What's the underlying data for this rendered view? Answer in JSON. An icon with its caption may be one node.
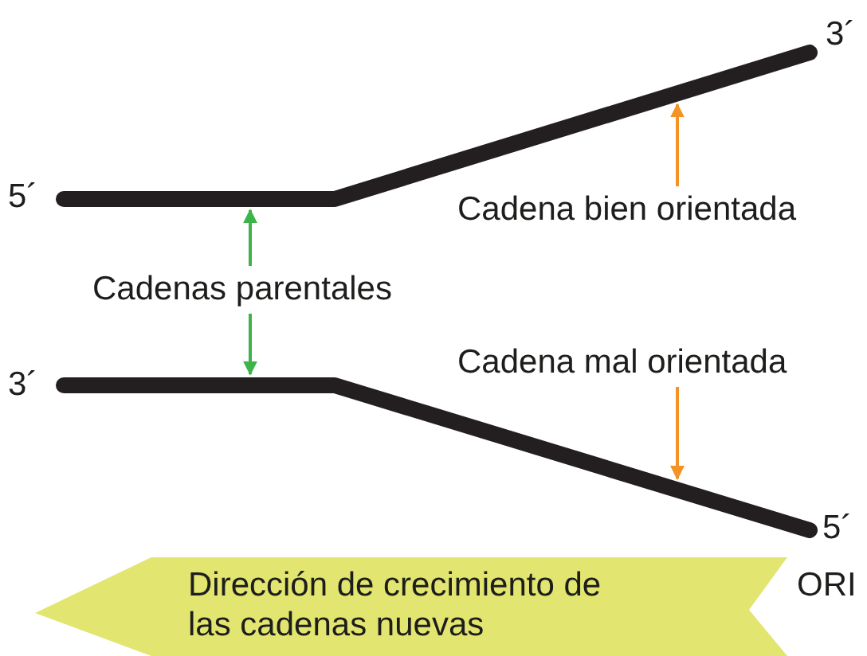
{
  "diagram": {
    "nodes": [
      {
        "text": [],
        "shape": "line",
        "beside": [
          "5´",
          "3´"
        ]
      },
      {
        "text": [],
        "shape": "line",
        "beside": [
          "3´",
          "5´"
        ]
      },
      {
        "text": [
          "Cadenas parentales"
        ]
      },
      {
        "text": [
          "Cadena bien orientada"
        ]
      },
      {
        "text": [
          "Cadena mal orientada"
        ]
      },
      {
        "text": [
          "Dirección de crecimiento de las cadenas nuevas"
        ]
      }
    ],
    "edges": [
      {
        "from": 2,
        "to": 0,
        "arrow": "to",
        "color": "#3cb44a"
      },
      {
        "from": 2,
        "to": 1,
        "arrow": "to",
        "color": "#3cb44a"
      },
      {
        "from": 3,
        "to": 0,
        "arrow": "to",
        "color": "#f39325"
      },
      {
        "from": 4,
        "to": 1,
        "arrow": "to",
        "color": "#f39325"
      }
    ],
    "labels": [
      "ORI"
    ]
  }
}
